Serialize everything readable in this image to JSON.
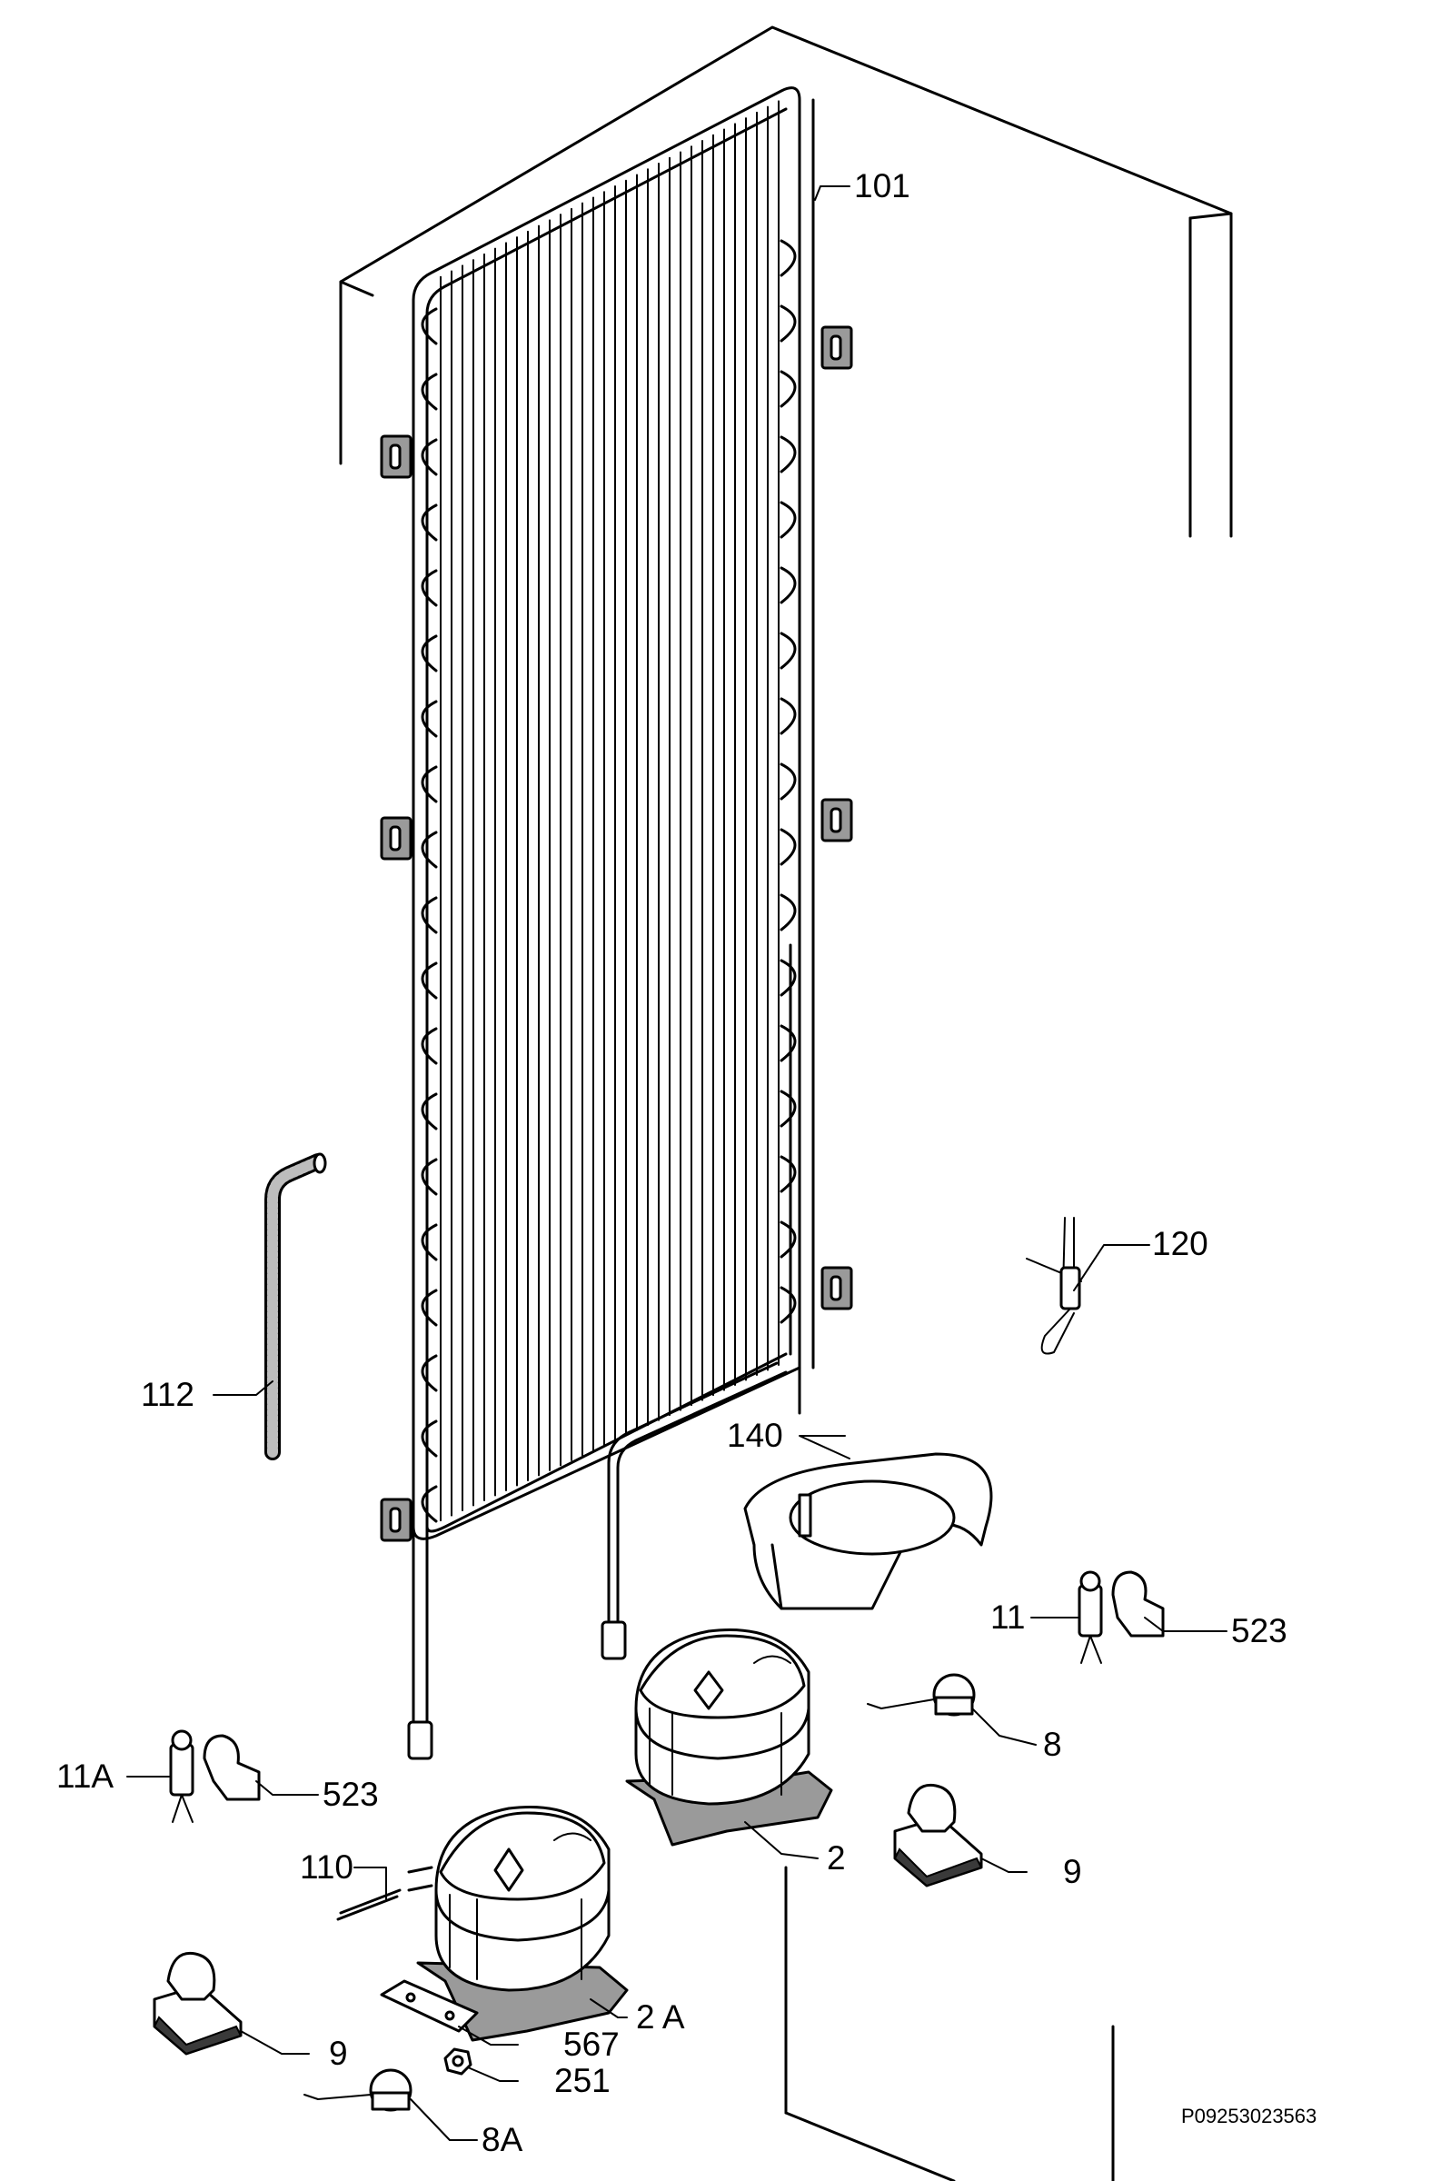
{
  "diagram": {
    "code": "P09253023563",
    "callouts": {
      "c101": "101",
      "c120": "120",
      "c112": "112",
      "c140": "140",
      "c11": "11",
      "c523a": "523",
      "c11a": "11A",
      "c523b": "523",
      "c8": "8",
      "c110": "110",
      "c2": "2",
      "c9a": "9",
      "c2a": "2 A",
      "c567": "567",
      "c9b": "9",
      "c251": "251",
      "c8a": "8A"
    }
  }
}
